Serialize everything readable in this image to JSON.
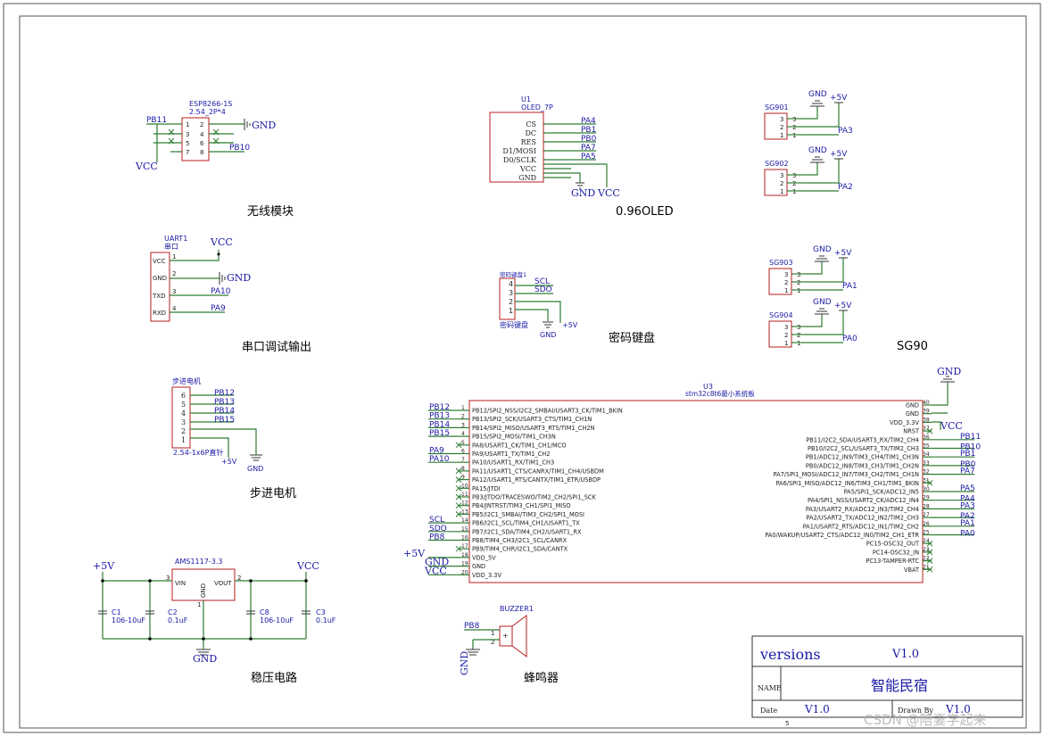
{
  "wireless": {
    "ref": "ESP8266-1S",
    "footprint": "2.54_2P*4",
    "pins": [
      "1",
      "2",
      "3",
      "4",
      "5",
      "6",
      "7",
      "8"
    ],
    "nets": {
      "left": "PB11",
      "vcc": "VCC",
      "gnd": "GND",
      "right": "PB10"
    },
    "caption": "无线模块"
  },
  "oled": {
    "ref": "U1",
    "name": "OLED_7P",
    "pins": [
      "CS",
      "DC",
      "RES",
      "D1/MOSI",
      "D0/SCLK",
      "VCC",
      "GND"
    ],
    "nets": [
      "PA4",
      "PB1",
      "PB0",
      "PA7",
      "PA5"
    ],
    "gnd": "GND",
    "vcc": "VCC",
    "caption": "0.96OLED"
  },
  "servos": [
    {
      "ref": "SG901",
      "gnd": "GND",
      "pwr": "+5V",
      "sig": "PA3"
    },
    {
      "ref": "SG902",
      "gnd": "GND",
      "pwr": "+5V",
      "sig": "PA2"
    },
    {
      "ref": "SG903",
      "gnd": "GND",
      "pwr": "+5V",
      "sig": "PA1"
    },
    {
      "ref": "SG904",
      "gnd": "GND",
      "pwr": "+5V",
      "sig": "PA0"
    }
  ],
  "servo_pins": [
    "3",
    "2",
    "1"
  ],
  "servo_caption": "SG90",
  "uart": {
    "ref": "UART1",
    "name": "串口",
    "pins": [
      "VCC",
      "GND",
      "TXD",
      "RXD"
    ],
    "pin_numbers": [
      "1",
      "2",
      "3",
      "4"
    ],
    "nets": {
      "vcc": "VCC",
      "gnd": "GND",
      "txd": "PA10",
      "rxd": "PA9"
    },
    "caption": "串口调试输出"
  },
  "keypad": {
    "ref": "密码键盘1",
    "pins": [
      "4",
      "3",
      "2",
      "1"
    ],
    "nets": {
      "scl": "SCL",
      "sdo": "SDO",
      "gnd": "GND",
      "pwr": "+5V"
    },
    "label": "密码键盘",
    "caption": "密码键盘"
  },
  "stepper": {
    "ref": "步进电机",
    "pins": [
      "6",
      "5",
      "4",
      "3",
      "2",
      "1"
    ],
    "nets": [
      "PB12",
      "PB13",
      "PB14",
      "PB15"
    ],
    "footprint": "2.54-1x6P直针",
    "pwr": "+5V",
    "gnd": "GND",
    "caption": "步进电机"
  },
  "mcu": {
    "ref": "U3",
    "name": "stm32c8t6最小系统板",
    "left_pins": [
      {
        "n": "1",
        "label": "PB12/SPI2_NSS/I2C2_SMBAI/USART3_CK/TIM1_BKIN",
        "net": "PB12"
      },
      {
        "n": "2",
        "label": "PB13/SPI2_SCK/USART3_CTS/TIM1_CH1N",
        "net": "PB13"
      },
      {
        "n": "3",
        "label": "PB14/SPI2_MISO/USART3_RTS/TIM1_CH2N",
        "net": "PB14"
      },
      {
        "n": "4",
        "label": "PB15/SPI2_MOSI/TIM1_CH3N",
        "net": "PB15"
      },
      {
        "n": "5",
        "label": "PA8/USART1_CK/TIM1_CH1/MCO",
        "net": ""
      },
      {
        "n": "6",
        "label": "PA9/USART1_TX/TIM1_CH2",
        "net": "PA9"
      },
      {
        "n": "7",
        "label": "PA10/USART1_RX/TIM1_CH3",
        "net": "PA10"
      },
      {
        "n": "8",
        "label": "PA11/USART1_CTS/CANRX/TIM1_CH4/USBDM",
        "net": ""
      },
      {
        "n": "9",
        "label": "PA12/USART1_RTS/CANTX/TIM1_ETR/USBDP",
        "net": ""
      },
      {
        "n": "10",
        "label": "PA15/JTDI",
        "net": ""
      },
      {
        "n": "11",
        "label": "PB3/JTDO/TRACESWO/TIM2_CH2/SPI1_SCK",
        "net": ""
      },
      {
        "n": "12",
        "label": "PB4/JNTRST/TIM3_CH1/SPI1_MISO",
        "net": ""
      },
      {
        "n": "13",
        "label": "PB5/I2C1_SMBAI/TIM3_CH2/SPI1_MOSI",
        "net": ""
      },
      {
        "n": "14",
        "label": "PB6/I2C1_SCL/TIM4_CH1/USART1_TX",
        "net": "SCL"
      },
      {
        "n": "15",
        "label": "PB7/I2C1_SDA/TIM4_CH2/USART1_RX",
        "net": "SDO"
      },
      {
        "n": "16",
        "label": "PB8/TIM4_CH3/I2C1_SCL/CANRX",
        "net": "PB8"
      },
      {
        "n": "17",
        "label": "PB9/TIM4_CHR/I2C1_SDA/CANTX",
        "net": ""
      },
      {
        "n": "18",
        "label": "VDD_5V",
        "net": "+5V"
      },
      {
        "n": "19",
        "label": "GND",
        "net": "GND"
      },
      {
        "n": "20",
        "label": "VDD_3.3V",
        "net": "VCC"
      }
    ],
    "right_pins": [
      {
        "n": "40",
        "label": "GND",
        "net": ""
      },
      {
        "n": "39",
        "label": "GND",
        "net": ""
      },
      {
        "n": "38",
        "label": "VDD_3.3V",
        "net": ""
      },
      {
        "n": "37",
        "label": "NRST",
        "net": ""
      },
      {
        "n": "36",
        "label": "PB11/I2C2_SDA/USART3_RX/TIM2_CH4",
        "net": "PB11"
      },
      {
        "n": "35",
        "label": "PB10/I2C2_SCL/USART3_TX/TIM2_CH3",
        "net": "PB10"
      },
      {
        "n": "34",
        "label": "PB1/ADC12_IN9/TIM3_CH4/TIM1_CH3N",
        "net": "PB1"
      },
      {
        "n": "33",
        "label": "PB0/ADC12_IN8/TIM3_CH3/TIM1_CH2N",
        "net": "PB0"
      },
      {
        "n": "32",
        "label": "PA7/SPI1_MOSI/ADC12_IN7/TIM3_CH2/TIM1_CH1N",
        "net": "PA7"
      },
      {
        "n": "31",
        "label": "PA6/SPI1_MISO/ADC12_IN6/TIM3_CH1/TIM1_BKIN",
        "net": ""
      },
      {
        "n": "30",
        "label": "PA5/SPI1_SCK/ADC12_IN5",
        "net": "PA5"
      },
      {
        "n": "29",
        "label": "PA4/SPI1_NSS/USART2_CK/ADC12_IN4",
        "net": "PA4"
      },
      {
        "n": "28",
        "label": "PA3/USART2_RX/ADC12_IN3/TIM2_CH4",
        "net": "PA3"
      },
      {
        "n": "27",
        "label": "PA2/USART2_TX/ADC12_IN2/TIM2_CH3",
        "net": "PA2"
      },
      {
        "n": "26",
        "label": "PA1/USART2_RTS/ADC12_IN1/TIM2_CH2",
        "net": "PA1"
      },
      {
        "n": "25",
        "label": "PA0/WAKUP/USART2_CTS/ADC12_IN0/TIM2_CH1_ETR",
        "net": "PA0"
      },
      {
        "n": "24",
        "label": "PC15-OSC32_OUT",
        "net": ""
      },
      {
        "n": "23",
        "label": "PC14-OSC32_IN",
        "net": ""
      },
      {
        "n": "22",
        "label": "PC13-TAMPER-RTC",
        "net": ""
      },
      {
        "n": "21",
        "label": "VBAT",
        "net": ""
      }
    ],
    "gnd": "GND",
    "vcc": "VCC"
  },
  "regulator": {
    "ref": "AMS1117-3.3",
    "pins": {
      "vin": "VIN",
      "vout": "VOUT",
      "gnd": "GND",
      "n_in": "3",
      "n_out": "2",
      "n_gnd": "1"
    },
    "in_net": "+5V",
    "out_net": "VCC",
    "gnd": "GND",
    "caps": [
      {
        "ref": "C1",
        "val": "106-10uF"
      },
      {
        "ref": "C2",
        "val": "0.1uF"
      },
      {
        "ref": "C8",
        "val": "106-10uF"
      },
      {
        "ref": "C3",
        "val": "0.1uF"
      }
    ],
    "caption": "稳压电路"
  },
  "buzzer": {
    "ref": "BUZZER1",
    "net": "PB8",
    "gnd": "GND",
    "pins": [
      "1",
      "2"
    ],
    "caption": "蜂鸣器"
  },
  "title_block": {
    "versions_label": "versions",
    "version": "V1.0",
    "name_label": "NAME",
    "name": "智能民宿",
    "date_label": "Date",
    "date_value": "V1.0",
    "drawn_label": "Drawn By",
    "drawn_value": "V1.0",
    "sheet_no": "5"
  },
  "watermark": "CSDN @陪妻学起来"
}
